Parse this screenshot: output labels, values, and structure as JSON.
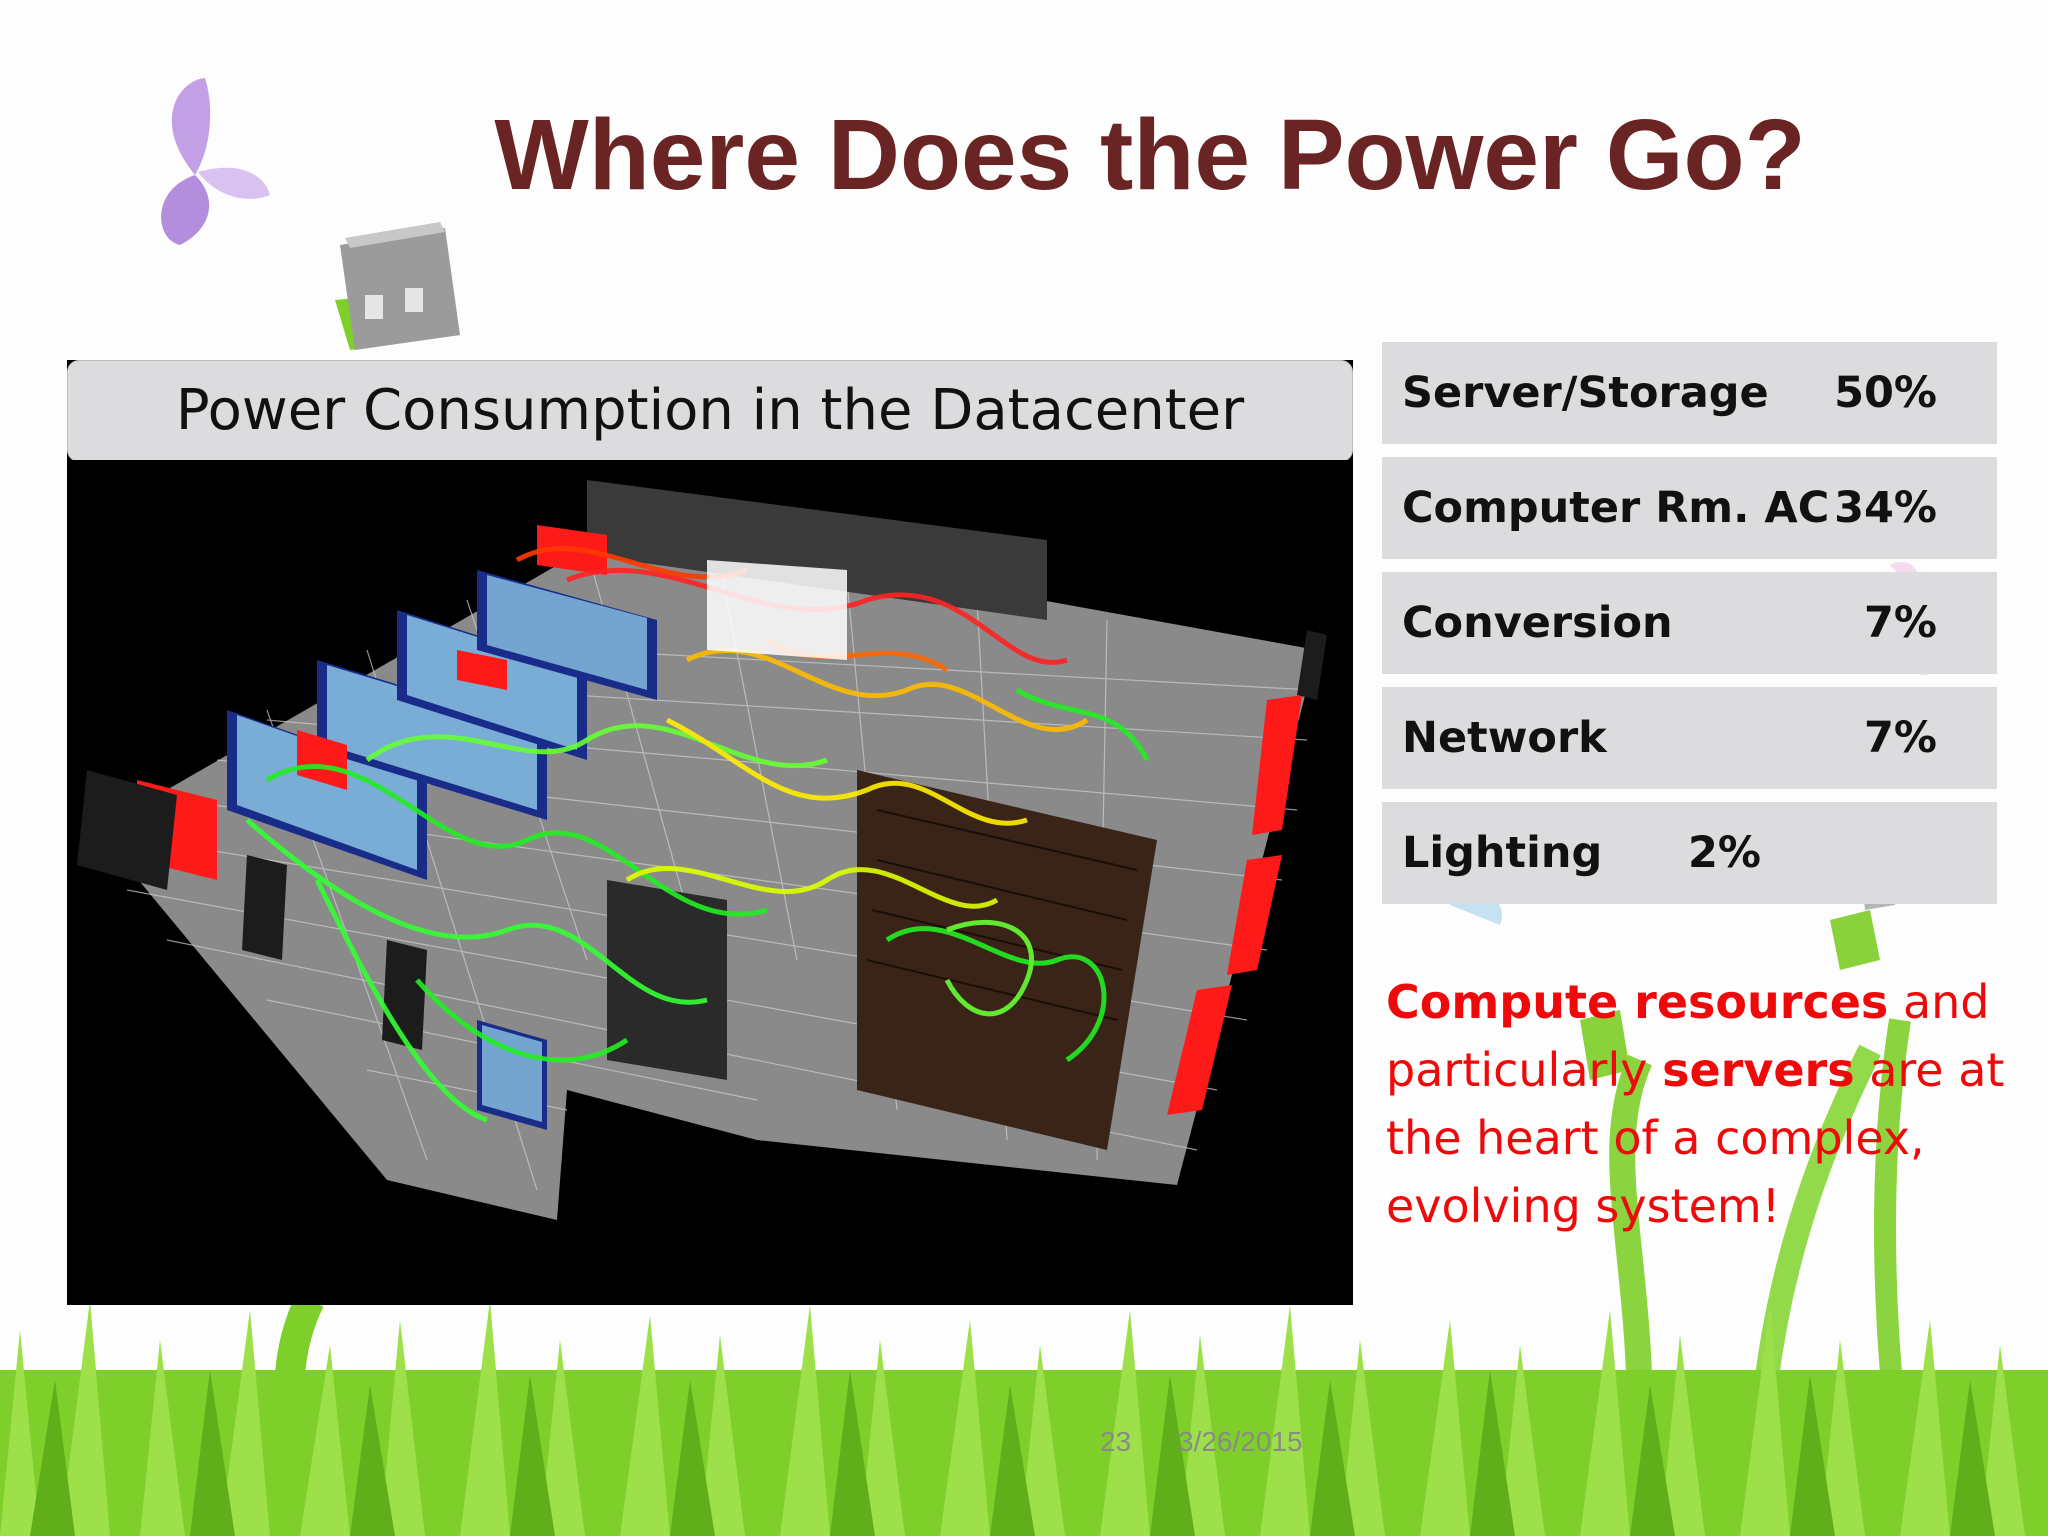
{
  "slide": {
    "title": "Where Does the Power Go?",
    "figure_caption": "Power Consumption in the Datacenter",
    "breakdown": [
      {
        "label": "Server/Storage",
        "value": "50%"
      },
      {
        "label": "Computer Rm. AC",
        "value": "34%"
      },
      {
        "label": "Conversion",
        "value": "7%"
      },
      {
        "label": "Network",
        "value": "7%"
      },
      {
        "label": "Lighting",
        "value": "2%"
      }
    ],
    "note": {
      "part1": "Compute resources",
      "part2": " and particularly ",
      "part3": "servers",
      "part4": " are at the heart of a complex, evolving system!"
    },
    "footer": {
      "page_number": "23",
      "date": "3/26/2015"
    },
    "colors": {
      "title": "#6a2424",
      "note": "#ee0a0a",
      "row_bg": "#dcdcde",
      "grass": "#7ecf2a"
    },
    "icons": [
      "butterfly-icon",
      "usb-plug-icon"
    ]
  }
}
